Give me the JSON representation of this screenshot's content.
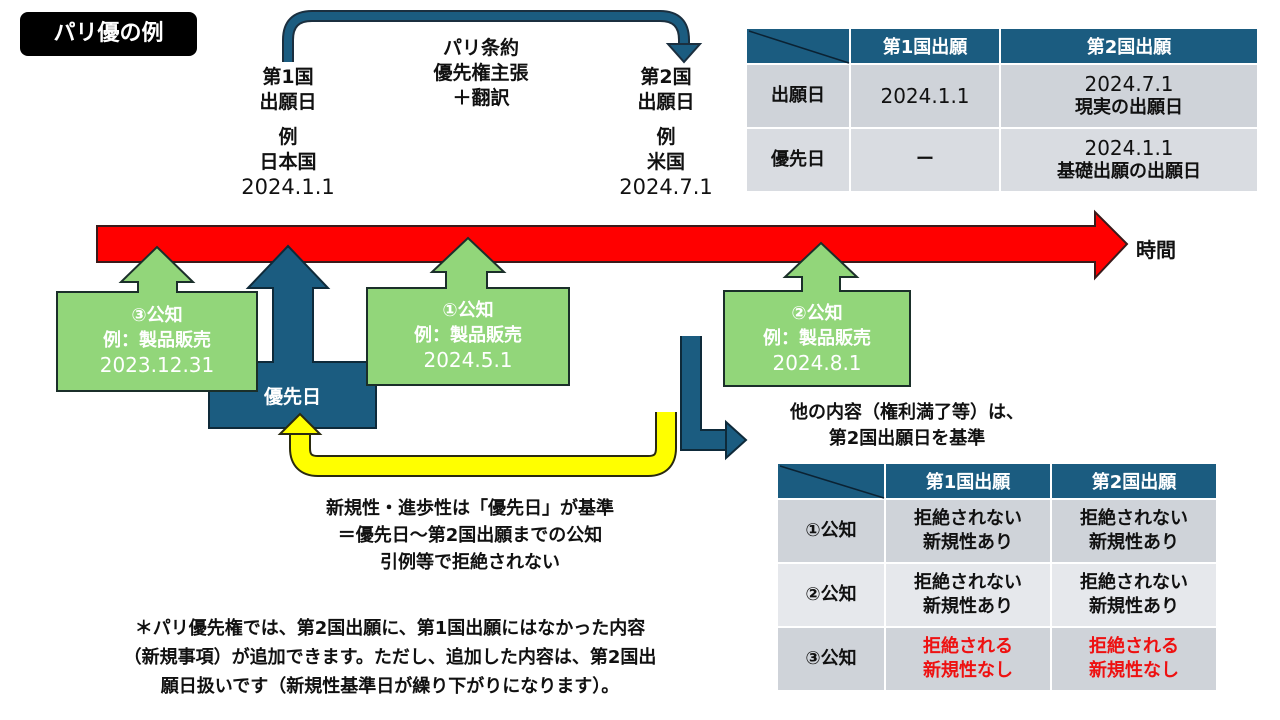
{
  "title": "パリ優の例",
  "timeline": {
    "axis_label": "時間",
    "first_filing": {
      "line1": "第1国",
      "line2": "出願日",
      "example": "例",
      "country": "日本国",
      "date": "2024.1.1"
    },
    "second_filing": {
      "line1": "第2国",
      "line2": "出願日",
      "example": "例",
      "country": "米国",
      "date": "2024.7.1"
    },
    "paris_arrow_label": {
      "line1": "パリ条約",
      "line2": "優先権主張",
      "line3": "＋翻訳"
    },
    "priority_box": "優先日",
    "disclosures": [
      {
        "title": "③公知",
        "example": "例：製品販売",
        "date": "2023.12.31"
      },
      {
        "title": "①公知",
        "example": "例：製品販売",
        "date": "2024.5.1"
      },
      {
        "title": "②公知",
        "example": "例：製品販売",
        "date": "2024.8.1"
      }
    ]
  },
  "novelty_note": {
    "line1": "新規性・進歩性は「優先日」が基準",
    "line2": "＝優先日～第2国出願までの公知",
    "line3": "引例等で拒絶されない"
  },
  "other_note": {
    "line1": "他の内容（権利満了等）は、",
    "line2": "第2国出願日を基準"
  },
  "footnote": {
    "line1": "＊パリ優先権では、第2国出願に、第1国出願にはなかった内容",
    "line2": "（新規事項）が追加できます。ただし、追加した内容は、第2国出",
    "line3": "願日扱いです（新規性基準日が繰り下がりになります）。"
  },
  "date_table": {
    "headers": [
      "第1国出願",
      "第2国出願"
    ],
    "rows": [
      {
        "label": "出願日",
        "first": "2024.1.1",
        "second_l1": "2024.7.1",
        "second_l2": "現実の出願日"
      },
      {
        "label": "優先日",
        "first": "ー",
        "second_l1": "2024.1.1",
        "second_l2": "基礎出願の出願日"
      }
    ]
  },
  "result_table": {
    "headers": [
      "第1国出願",
      "第2国出願"
    ],
    "rows": [
      {
        "label": "①公知",
        "first_l1": "拒絶されない",
        "first_l2": "新規性あり",
        "second_l1": "拒絶されない",
        "second_l2": "新規性あり",
        "rejected": false
      },
      {
        "label": "②公知",
        "first_l1": "拒絶されない",
        "first_l2": "新規性あり",
        "second_l1": "拒絶されない",
        "second_l2": "新規性あり",
        "rejected": false
      },
      {
        "label": "③公知",
        "first_l1": "拒絶される",
        "first_l2": "新規性なし",
        "second_l1": "拒絶される",
        "second_l2": "新規性なし",
        "rejected": true
      }
    ]
  },
  "colors": {
    "timeline": "#ff0000",
    "navy": "#1b5c80",
    "green": "#92d67a",
    "yellow": "#ffff00",
    "reject": "#ee1111"
  }
}
